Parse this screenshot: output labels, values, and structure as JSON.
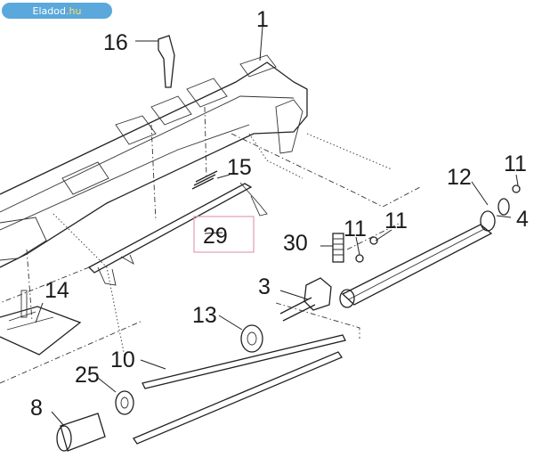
{
  "watermark": {
    "brand": "Eladod",
    "tld": ".hu"
  },
  "callouts": {
    "c1": "1",
    "c3": "3",
    "c4": "4",
    "c8": "8",
    "c10": "10",
    "c11a": "11",
    "c11b": "11",
    "c11c": "11",
    "c12": "12",
    "c13": "13",
    "c14": "14",
    "c15": "15",
    "c16": "16",
    "c25": "25",
    "c29": "29",
    "c30": "30"
  },
  "colors": {
    "highlight_box": "#e49bb8",
    "watermark_bg": "#5aa8dc",
    "watermark_tld": "#ffe45c"
  }
}
